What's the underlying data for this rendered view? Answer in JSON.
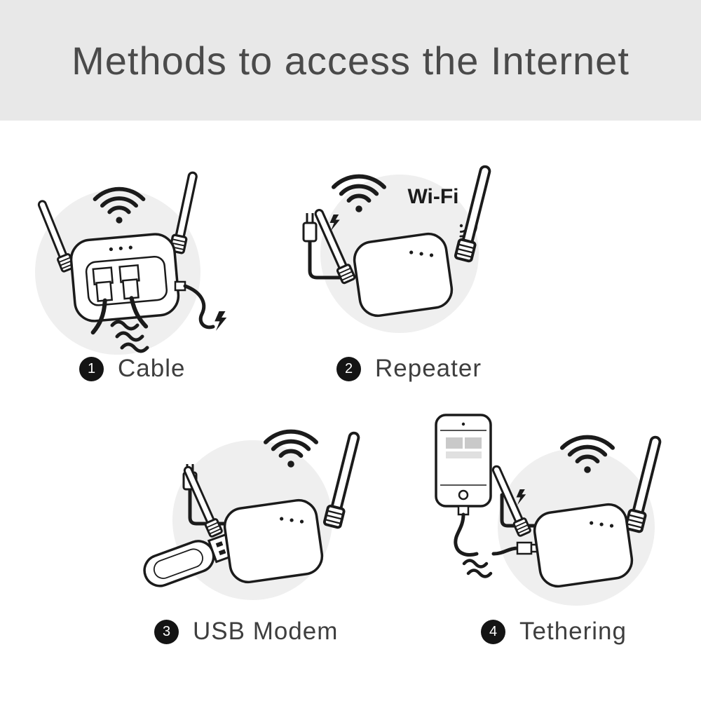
{
  "title": "Methods to access the Internet",
  "wifi_label": "Wi-Fi",
  "methods": [
    {
      "number": "1",
      "label": "Cable"
    },
    {
      "number": "2",
      "label": "Repeater"
    },
    {
      "number": "3",
      "label": "USB Modem"
    },
    {
      "number": "4",
      "label": "Tethering"
    }
  ],
  "colors": {
    "banner_bg": "#e8e8e8",
    "title": "#4a4a4a",
    "backdrop_circle": "#efefef",
    "line_art": "#1b1b1b",
    "badge_bg": "#141414",
    "badge_text": "#ffffff",
    "phone_tile": "#c9c9c9"
  }
}
